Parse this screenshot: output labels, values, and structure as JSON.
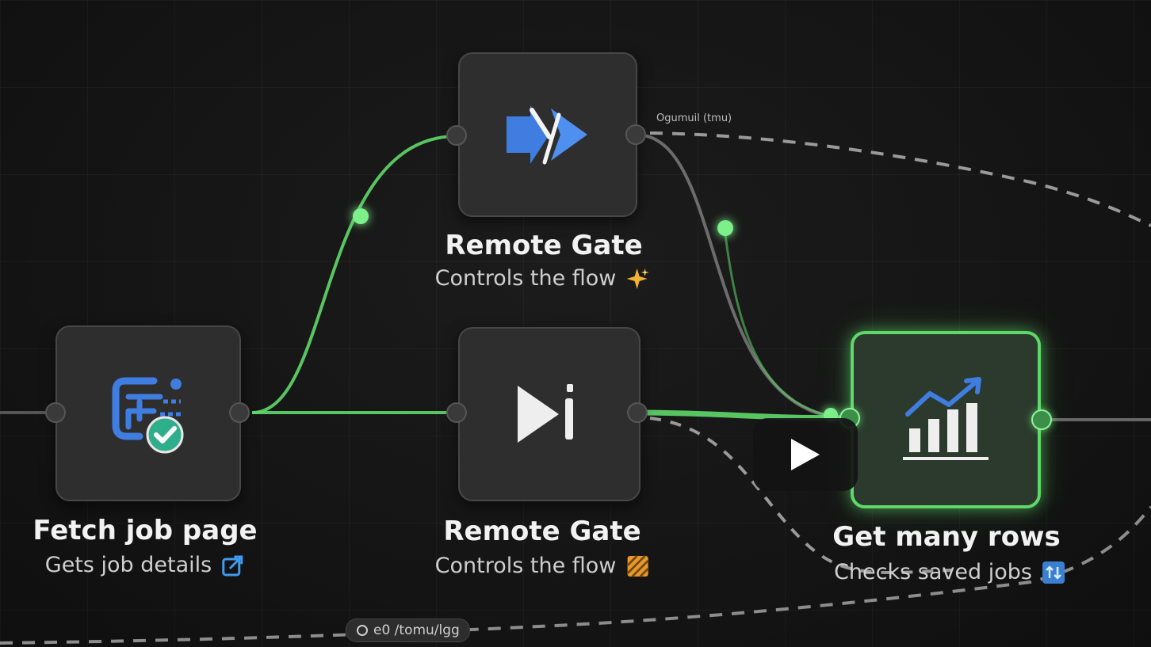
{
  "canvas": {
    "edge_label": "Ogumuil (tmu)",
    "bottom_pill_label": "e0 /tomu/lgg"
  },
  "nodes": {
    "fetch": {
      "title": "Fetch job page",
      "subtitle": "Gets job details",
      "icon": "list-check-icon",
      "badge": "external-link-icon"
    },
    "gate_top": {
      "title": "Remote Gate",
      "subtitle": "Controls the flow",
      "icon": "forward-arrows-icon",
      "badge": "sparkles-icon"
    },
    "gate_mid": {
      "title": "Remote Gate",
      "subtitle": "Controls the flow",
      "icon": "play-step-icon",
      "badge": "hatched-box-icon"
    },
    "rows": {
      "title": "Get many rows",
      "subtitle": "Checks saved jobs",
      "icon": "bar-chart-trend-icon",
      "badge": "sort-icon"
    }
  },
  "player": {
    "icon": "play-icon"
  },
  "colors": {
    "active_wire": "#5fd86a",
    "node_bg": "#2e2e2e",
    "accent_blue": "#3f7de0",
    "badge_teal": "#2fae8c",
    "badge_gold": "#f0b233"
  }
}
